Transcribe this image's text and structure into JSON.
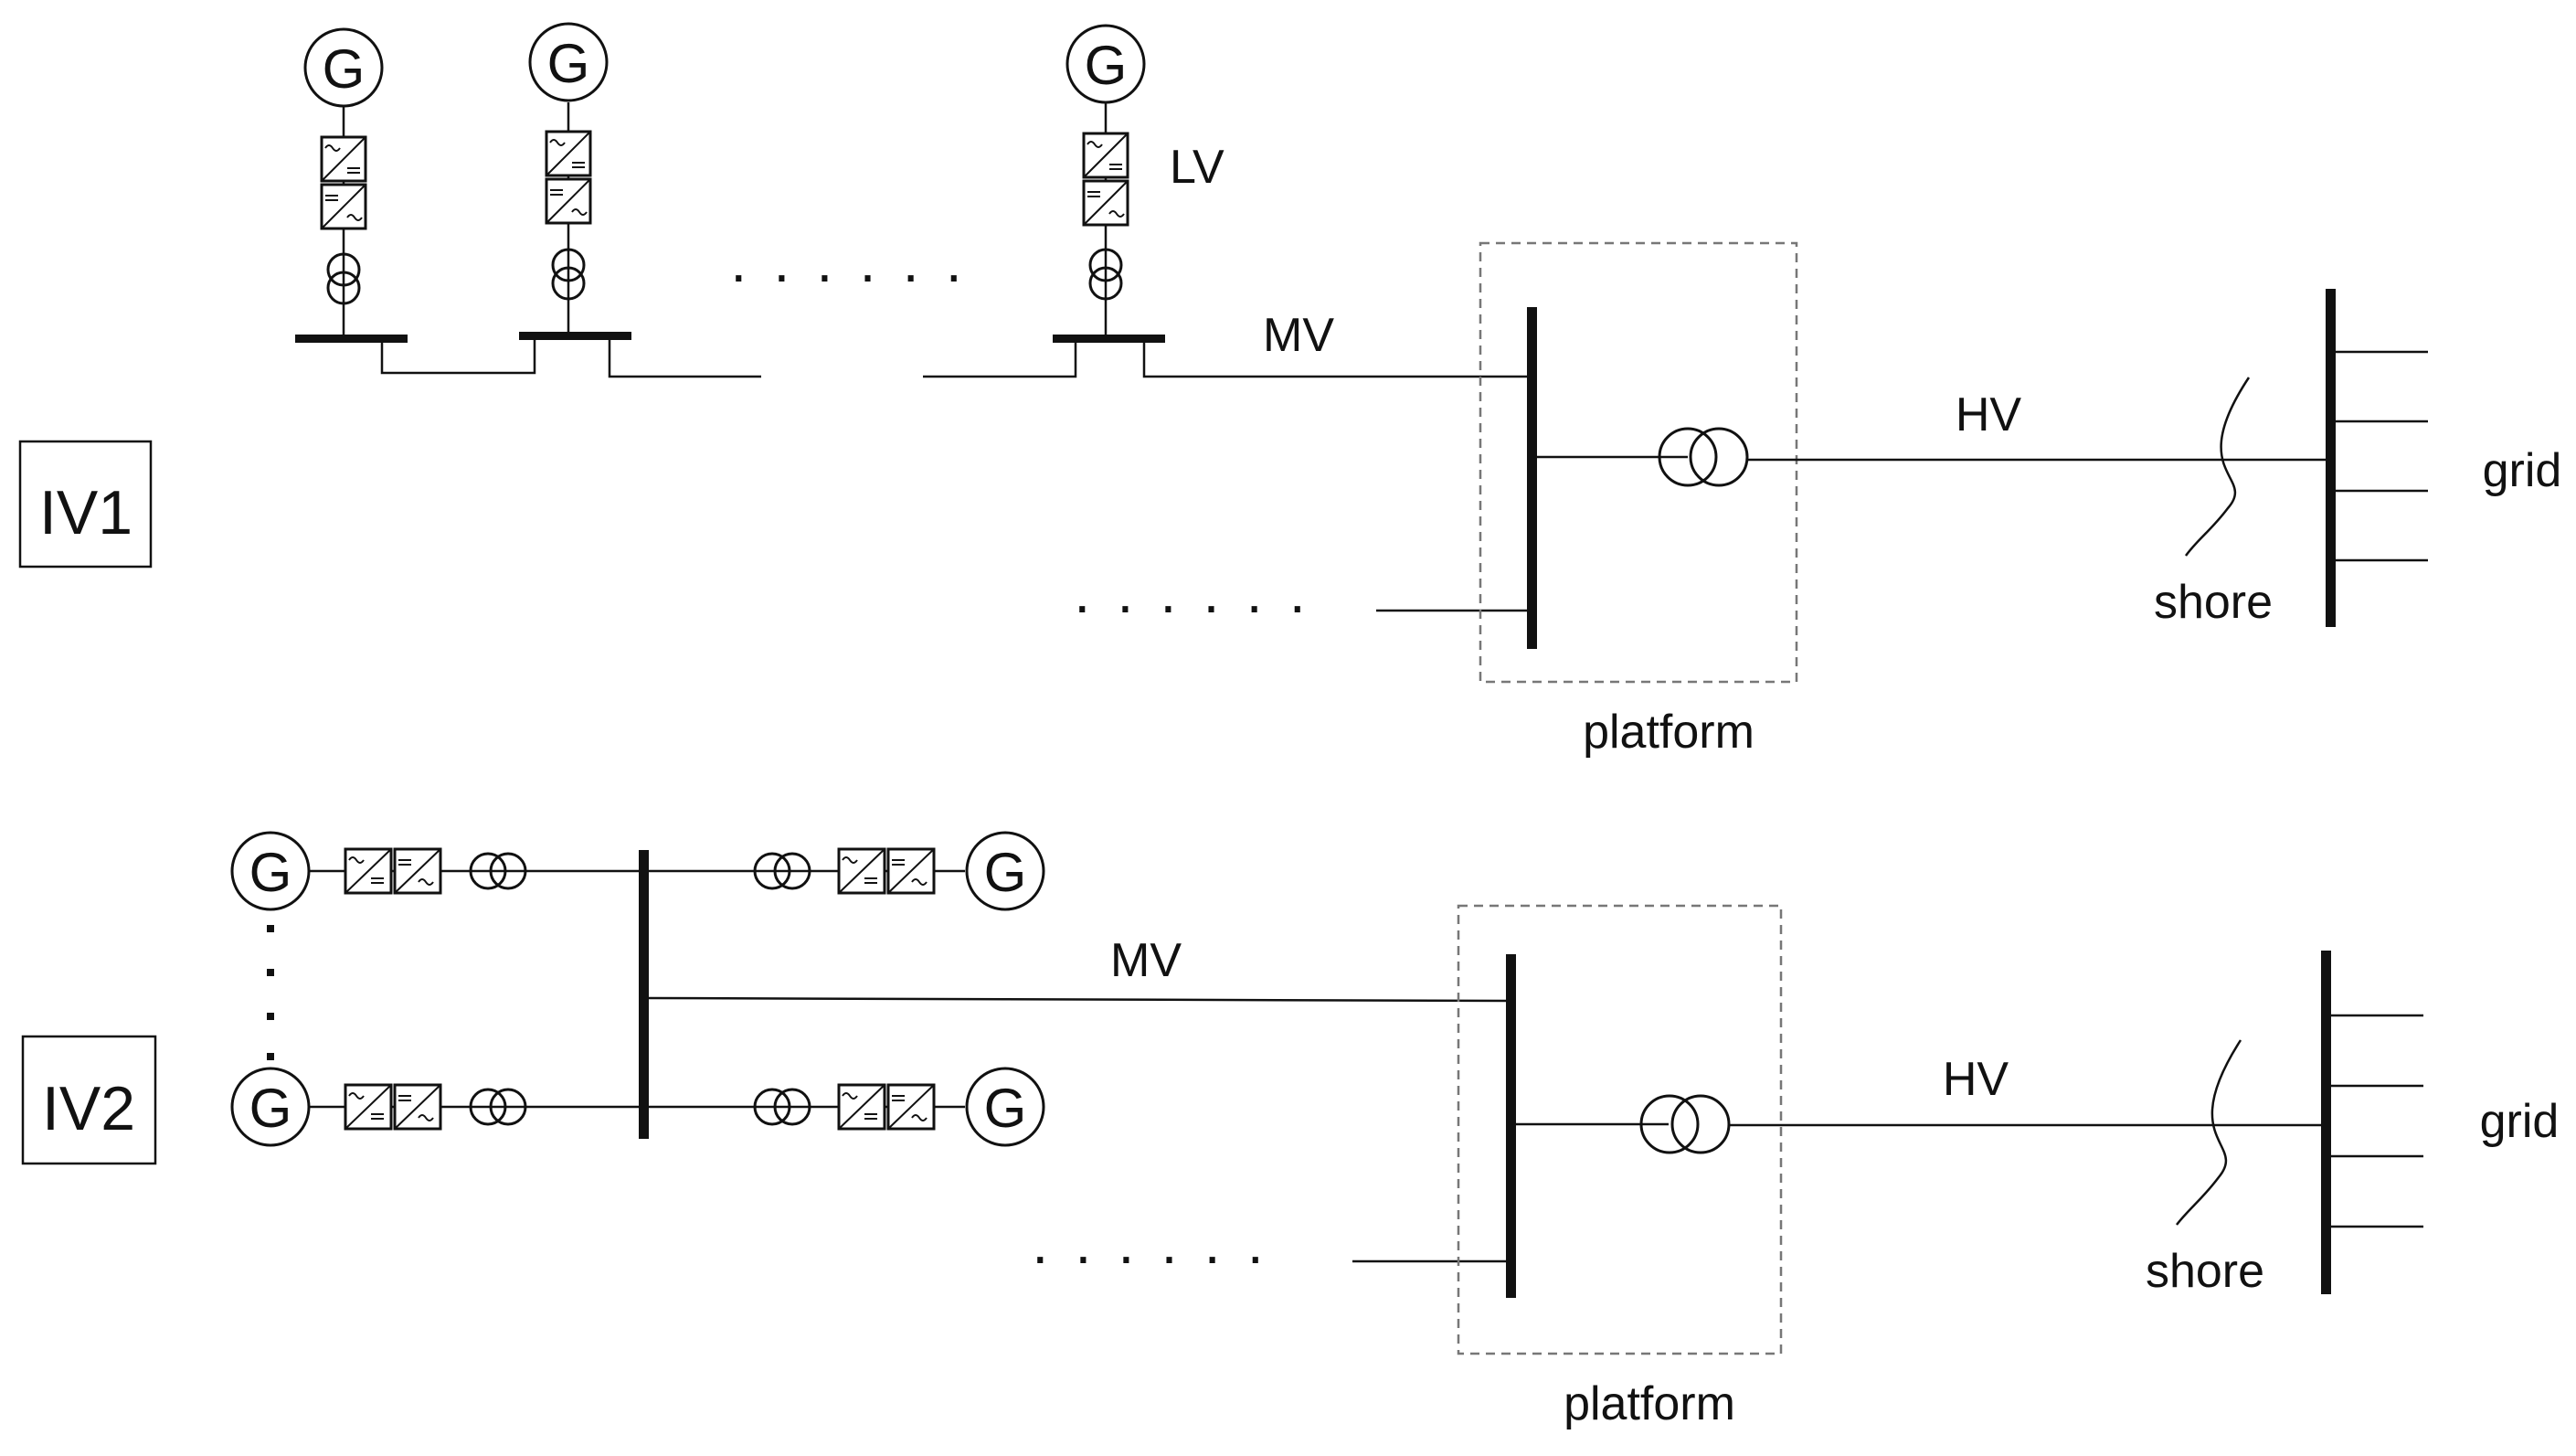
{
  "figure": {
    "case_labels": [
      "IV1",
      "IV2"
    ],
    "generator_symbol": "G",
    "converter_symbols": {
      "ac": "~",
      "dc": "="
    },
    "dots": "· · · · · ·",
    "vertical_dots": "·"
  },
  "iv1": {
    "case_label": "IV1",
    "lv_label": "LV",
    "mv_label": "MV",
    "hv_label": "HV",
    "platform_label": "platform",
    "shore_label": "shore",
    "grid_label": "grid"
  },
  "iv2": {
    "case_label": "IV2",
    "mv_label": "MV",
    "hv_label": "HV",
    "platform_label": "platform",
    "shore_label": "shore",
    "grid_label": "grid"
  },
  "colors": {
    "line": "#111111",
    "dashed_box": "#777777",
    "background": "#ffffff"
  }
}
